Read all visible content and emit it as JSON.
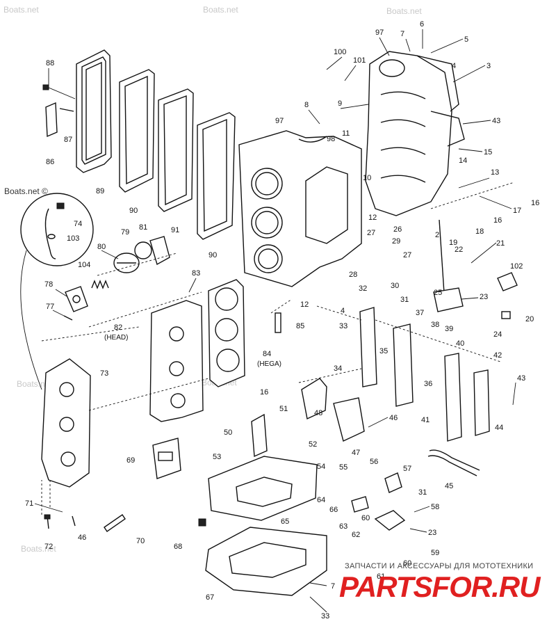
{
  "watermarks": [
    "Boats.net",
    "Boats.net",
    "Boats.net",
    "Boats.net",
    "Boats.net ©",
    "Boats.net ©",
    "Boats.net"
  ],
  "brand": {
    "tagline": "ЗАПЧАСТИ И АКСЕССУАРЫ ДЛЯ МОТОТЕХНИКИ",
    "logo": "PARTSFOR.RU",
    "logo_color": "#e02020"
  },
  "annotations": {
    "head_82": "(HEAD)",
    "hega_84": "(HEGA)"
  },
  "callouts": [
    "97",
    "7",
    "6",
    "5",
    "100",
    "101",
    "4",
    "3",
    "88",
    "8",
    "9",
    "43",
    "87",
    "86",
    "89",
    "90",
    "91",
    "90",
    "97",
    "98",
    "11",
    "15",
    "14",
    "10",
    "13",
    "16",
    "17",
    "74",
    "103",
    "79",
    "81",
    "12",
    "27",
    "26",
    "2",
    "18",
    "16",
    "80",
    "29",
    "19",
    "21",
    "104",
    "28",
    "32",
    "30",
    "27",
    "22",
    "78",
    "77",
    "83",
    "25",
    "102",
    "31",
    "12",
    "4",
    "23",
    "33",
    "20",
    "85",
    "24",
    "82",
    "84",
    "37",
    "38",
    "39",
    "40",
    "35",
    "73",
    "34",
    "42",
    "36",
    "43",
    "16",
    "51",
    "48",
    "46",
    "41",
    "50",
    "52",
    "47",
    "44",
    "69",
    "53",
    "54",
    "55",
    "56",
    "57",
    "45",
    "31",
    "71",
    "64",
    "66",
    "58",
    "65",
    "60",
    "63",
    "62",
    "23",
    "72",
    "46",
    "70",
    "68",
    "59",
    "60",
    "61",
    "7",
    "67",
    "33"
  ]
}
